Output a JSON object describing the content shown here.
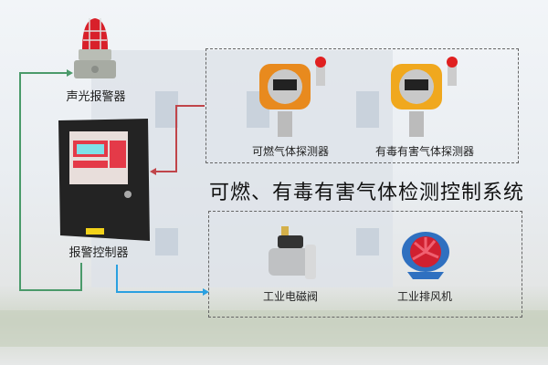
{
  "labels": {
    "beacon": "声光报警器",
    "controller": "报警控制器",
    "combustible_detector": "可燃气体探测器",
    "toxic_detector": "有毒有害气体探测器",
    "solenoid_valve": "工业电磁阀",
    "exhaust_fan": "工业排风机"
  },
  "title": "可燃、有毒有害气体检测控制系统",
  "colors": {
    "green_line": "#4a9a6a",
    "red_line": "#c0454a",
    "blue_line": "#2aa0e0"
  }
}
